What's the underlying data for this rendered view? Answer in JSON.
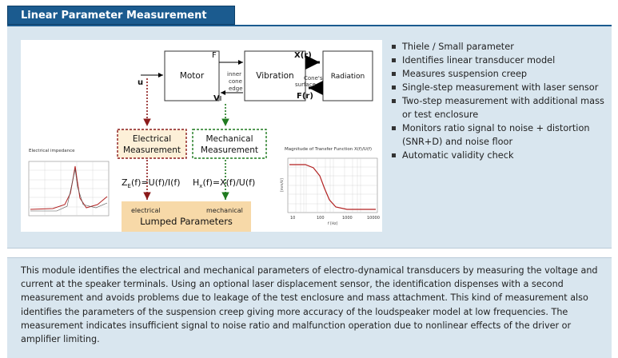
{
  "header": {
    "title": "Linear Parameter Measurement (LPM)"
  },
  "diagram": {
    "motor_label": "Motor",
    "vibration_label": "Vibration",
    "radiation_label": "Radiation",
    "f_label": "F",
    "xr_label": "X(r)",
    "fr_label": "F(r)",
    "inner_cone_edge": [
      "inner",
      "cone",
      "edge"
    ],
    "cones_surface": [
      "Cone's",
      "surface"
    ],
    "u_label": "u",
    "v_label": "V",
    "electrical_box": [
      "Electrical",
      "Measurement"
    ],
    "mechanical_box": [
      "Mechanical",
      "Measurement"
    ],
    "ze_formula_prefix": "Z",
    "ze_formula_sub": "E",
    "ze_formula_rest": "(f)=U(f)/I(f)",
    "hx_formula_prefix": "H",
    "hx_formula_sub": "x",
    "hx_formula_rest": "(f)=X(f)/U(f)",
    "lumped_electrical": "electrical",
    "lumped_mechanical": "mechanical",
    "lumped_parameters": "Lumped  Parameters",
    "colors": {
      "electrical": "#8b1a1a",
      "mechanical": "#1f7a1f",
      "lumped_bg": "#f7d9a8",
      "curve": "#b22222"
    }
  },
  "impedance_plot": {
    "title": "Electrical impedance"
  },
  "transfer_plot": {
    "title": "Magnitude of Transfer Function  X(f)/U(f)",
    "x_ticks": [
      "10",
      "100",
      "1000",
      "10000"
    ],
    "x_axis_label": "f [Hz]",
    "y_axis_label": "[mm/V]"
  },
  "features": [
    "Thiele / Small parameter",
    "Identifies linear transducer model",
    "Measures suspension creep",
    "Single-step measurement with laser sensor",
    "Two-step measurement with additional mass or test enclosure",
    "Monitors ratio signal to noise + distortion (SNR+D) and noise floor",
    "Automatic validity check"
  ],
  "description": "This module identifies the electrical and mechanical parameters of electro-dynamical transducers by measuring the voltage and current at the speaker terminals. Using an optional laser displacement sensor, the identification dispenses with a second measurement and avoids problems due to leakage of the test enclosure and mass attachment. This kind of measurement also identifies the parameters of the suspension creep giving more accuracy of the loudspeaker model at low frequencies. The measurement indicates insufficient signal to noise ratio and malfunction operation due to nonlinear effects of the driver or amplifier limiting."
}
